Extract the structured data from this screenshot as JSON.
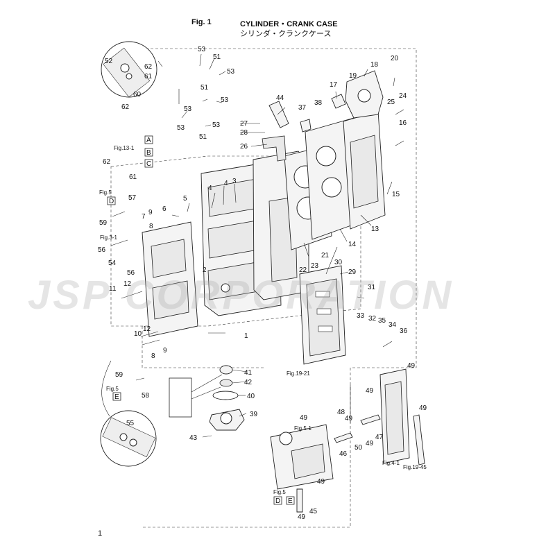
{
  "header": {
    "fig_label": "Fig. 1",
    "title_en": "CYLINDER・CRANK CASE",
    "title_jp": "シリンダ・クランクケース"
  },
  "watermark": "JSP CORPORATION",
  "page_number": "1",
  "refs": {
    "fig13_1": "Fig.13-1",
    "fig5_a": "Fig.5",
    "fig3_1": "Fig.3-1",
    "fig5_b": "Fig.5",
    "fig19_21": "Fig.19-21",
    "fig5_1": "Fig.5-1",
    "fig5_c": "Fig.5",
    "fig4_1": "Fig.4-1",
    "fig19_45": "Fig.19-45"
  },
  "boxes": {
    "A": "A",
    "B": "B",
    "C": "C",
    "D1": "D",
    "E1": "E",
    "D2": "D",
    "E2": "E"
  },
  "callouts": [
    {
      "id": "c53a",
      "text": "53"
    },
    {
      "id": "c51a",
      "text": "51"
    },
    {
      "id": "c53b",
      "text": "53"
    },
    {
      "id": "c52",
      "text": "52"
    },
    {
      "id": "c62a",
      "text": "62"
    },
    {
      "id": "c61a",
      "text": "61"
    },
    {
      "id": "c51b",
      "text": "51"
    },
    {
      "id": "c53c",
      "text": "53"
    },
    {
      "id": "c60",
      "text": "60"
    },
    {
      "id": "c62b",
      "text": "62"
    },
    {
      "id": "c53d",
      "text": "53"
    },
    {
      "id": "c53e",
      "text": "53"
    },
    {
      "id": "c51c",
      "text": "51"
    },
    {
      "id": "c53f",
      "text": "53"
    },
    {
      "id": "c44",
      "text": "44"
    },
    {
      "id": "c17",
      "text": "17"
    },
    {
      "id": "c18",
      "text": "18"
    },
    {
      "id": "c19",
      "text": "19"
    },
    {
      "id": "c20",
      "text": "20"
    },
    {
      "id": "c37",
      "text": "37"
    },
    {
      "id": "c38",
      "text": "38"
    },
    {
      "id": "c27",
      "text": "27"
    },
    {
      "id": "c28",
      "text": "28"
    },
    {
      "id": "c26",
      "text": "26"
    },
    {
      "id": "c25",
      "text": "25"
    },
    {
      "id": "c24",
      "text": "24"
    },
    {
      "id": "c16",
      "text": "16"
    },
    {
      "id": "c62c",
      "text": "62"
    },
    {
      "id": "c61b",
      "text": "61"
    },
    {
      "id": "c4a",
      "text": "4"
    },
    {
      "id": "c4b",
      "text": "4"
    },
    {
      "id": "c3",
      "text": "3"
    },
    {
      "id": "c57",
      "text": "57"
    },
    {
      "id": "c5",
      "text": "5"
    },
    {
      "id": "c6",
      "text": "6"
    },
    {
      "id": "c9a",
      "text": "9"
    },
    {
      "id": "c7",
      "text": "7"
    },
    {
      "id": "c8a",
      "text": "8"
    },
    {
      "id": "c59a",
      "text": "59"
    },
    {
      "id": "c15",
      "text": "15"
    },
    {
      "id": "c13",
      "text": "13"
    },
    {
      "id": "c14",
      "text": "14"
    },
    {
      "id": "c56a",
      "text": "56"
    },
    {
      "id": "c54",
      "text": "54"
    },
    {
      "id": "c56b",
      "text": "56"
    },
    {
      "id": "c2",
      "text": "2"
    },
    {
      "id": "c21",
      "text": "21"
    },
    {
      "id": "c22",
      "text": "22"
    },
    {
      "id": "c23",
      "text": "23"
    },
    {
      "id": "c30",
      "text": "30"
    },
    {
      "id": "c29",
      "text": "29"
    },
    {
      "id": "c11",
      "text": "11"
    },
    {
      "id": "c12a",
      "text": "12"
    },
    {
      "id": "c31",
      "text": "31"
    },
    {
      "id": "c33",
      "text": "33"
    },
    {
      "id": "c32",
      "text": "32"
    },
    {
      "id": "c35",
      "text": "35"
    },
    {
      "id": "c34",
      "text": "34"
    },
    {
      "id": "c36",
      "text": "36"
    },
    {
      "id": "c12b",
      "text": "12"
    },
    {
      "id": "c10",
      "text": "10"
    },
    {
      "id": "c9b",
      "text": "9"
    },
    {
      "id": "c8b",
      "text": "8"
    },
    {
      "id": "c1",
      "text": "1"
    },
    {
      "id": "c49a",
      "text": "49"
    },
    {
      "id": "c41",
      "text": "41"
    },
    {
      "id": "c42",
      "text": "42"
    },
    {
      "id": "c40",
      "text": "40"
    },
    {
      "id": "c49b",
      "text": "49"
    },
    {
      "id": "c59b",
      "text": "59"
    },
    {
      "id": "c58",
      "text": "58"
    },
    {
      "id": "c39",
      "text": "39"
    },
    {
      "id": "c48",
      "text": "48"
    },
    {
      "id": "c49c",
      "text": "49"
    },
    {
      "id": "c49d",
      "text": "49"
    },
    {
      "id": "c55",
      "text": "55"
    },
    {
      "id": "c49e",
      "text": "49"
    },
    {
      "id": "c47",
      "text": "47"
    },
    {
      "id": "c43",
      "text": "43"
    },
    {
      "id": "c49f",
      "text": "49"
    },
    {
      "id": "c50",
      "text": "50"
    },
    {
      "id": "c46",
      "text": "46"
    },
    {
      "id": "c49g",
      "text": "49"
    },
    {
      "id": "c45",
      "text": "45"
    },
    {
      "id": "c49h",
      "text": "49"
    }
  ]
}
